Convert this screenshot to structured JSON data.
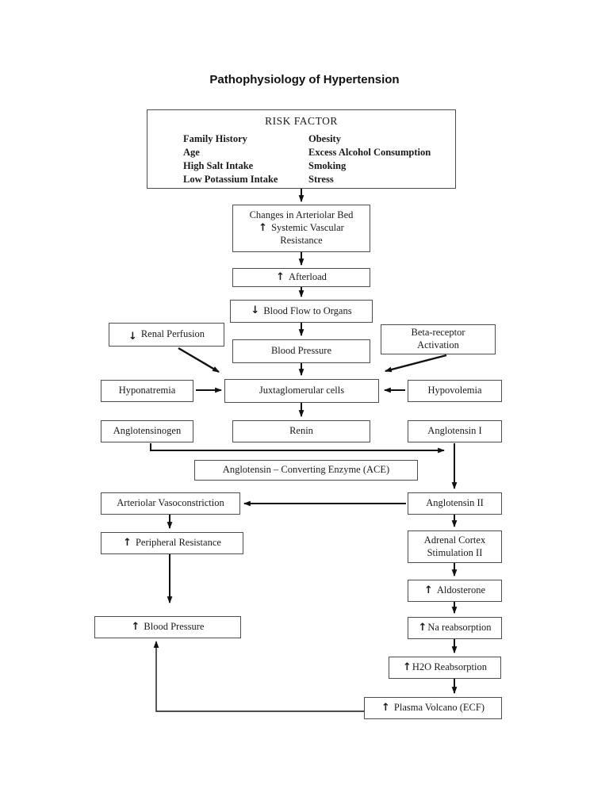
{
  "page": {
    "title": "Pathophysiology of Hypertension"
  },
  "icons": {
    "up_arrow": "↑",
    "down_arrow": "↓"
  },
  "risk_factor": {
    "header": "RISK FACTOR",
    "left_items": [
      "Family History",
      "Age",
      "High Salt Intake",
      "Low Potassium Intake"
    ],
    "right_items": [
      "Obesity",
      "Excess Alcohol Consumption",
      "Smoking",
      "Stress"
    ]
  },
  "nodes": {
    "changes": {
      "line1": "Changes in Arteriolar Bed",
      "line2": "Systemic Vascular",
      "line3": "Resistance"
    },
    "afterload": {
      "label": "Afterload"
    },
    "blood_flow": {
      "label": "Blood Flow to Organs"
    },
    "blood_pressure_mid": {
      "label": "Blood Pressure"
    },
    "renal_perfusion": {
      "label": "Renal Perfusion"
    },
    "beta_receptor": {
      "line1": "Beta-receptor",
      "line2": "Activation"
    },
    "hyponatremia": {
      "label": "Hyponatremia"
    },
    "juxtaglomerular": {
      "label": "Juxtaglomerular cells"
    },
    "hypovolemia": {
      "label": "Hypovolemia"
    },
    "angiotensinogen": {
      "label": "Anglotensinogen"
    },
    "renin": {
      "label": "Renin"
    },
    "angiotensin_i": {
      "label": "Anglotensin I"
    },
    "ace": {
      "label": "Anglotensin – Converting Enzyme (ACE)"
    },
    "arteriolar_vasoconstriction": {
      "label": "Arteriolar Vasoconstriction"
    },
    "angiotensin_ii": {
      "label": "Anglotensin II"
    },
    "peripheral_resistance": {
      "label": "Peripheral Resistance"
    },
    "blood_pressure_outcome": {
      "label": "Blood Pressure"
    },
    "adrenal_cortex": {
      "line1": "Adrenal Cortex",
      "line2": "Stimulation II"
    },
    "aldosterone": {
      "label": "Aldosterone"
    },
    "na_reabsorption": {
      "label": "Na reabsorption"
    },
    "h2o_reabsorption": {
      "label": "H2O Reabsorption"
    },
    "plasma_volume": {
      "label": "Plasma Volcano (ECF)"
    }
  },
  "colors": {
    "line": "#111111",
    "border": "#4d4d4d",
    "text": "#1a1a1a",
    "background": "#ffffff"
  }
}
